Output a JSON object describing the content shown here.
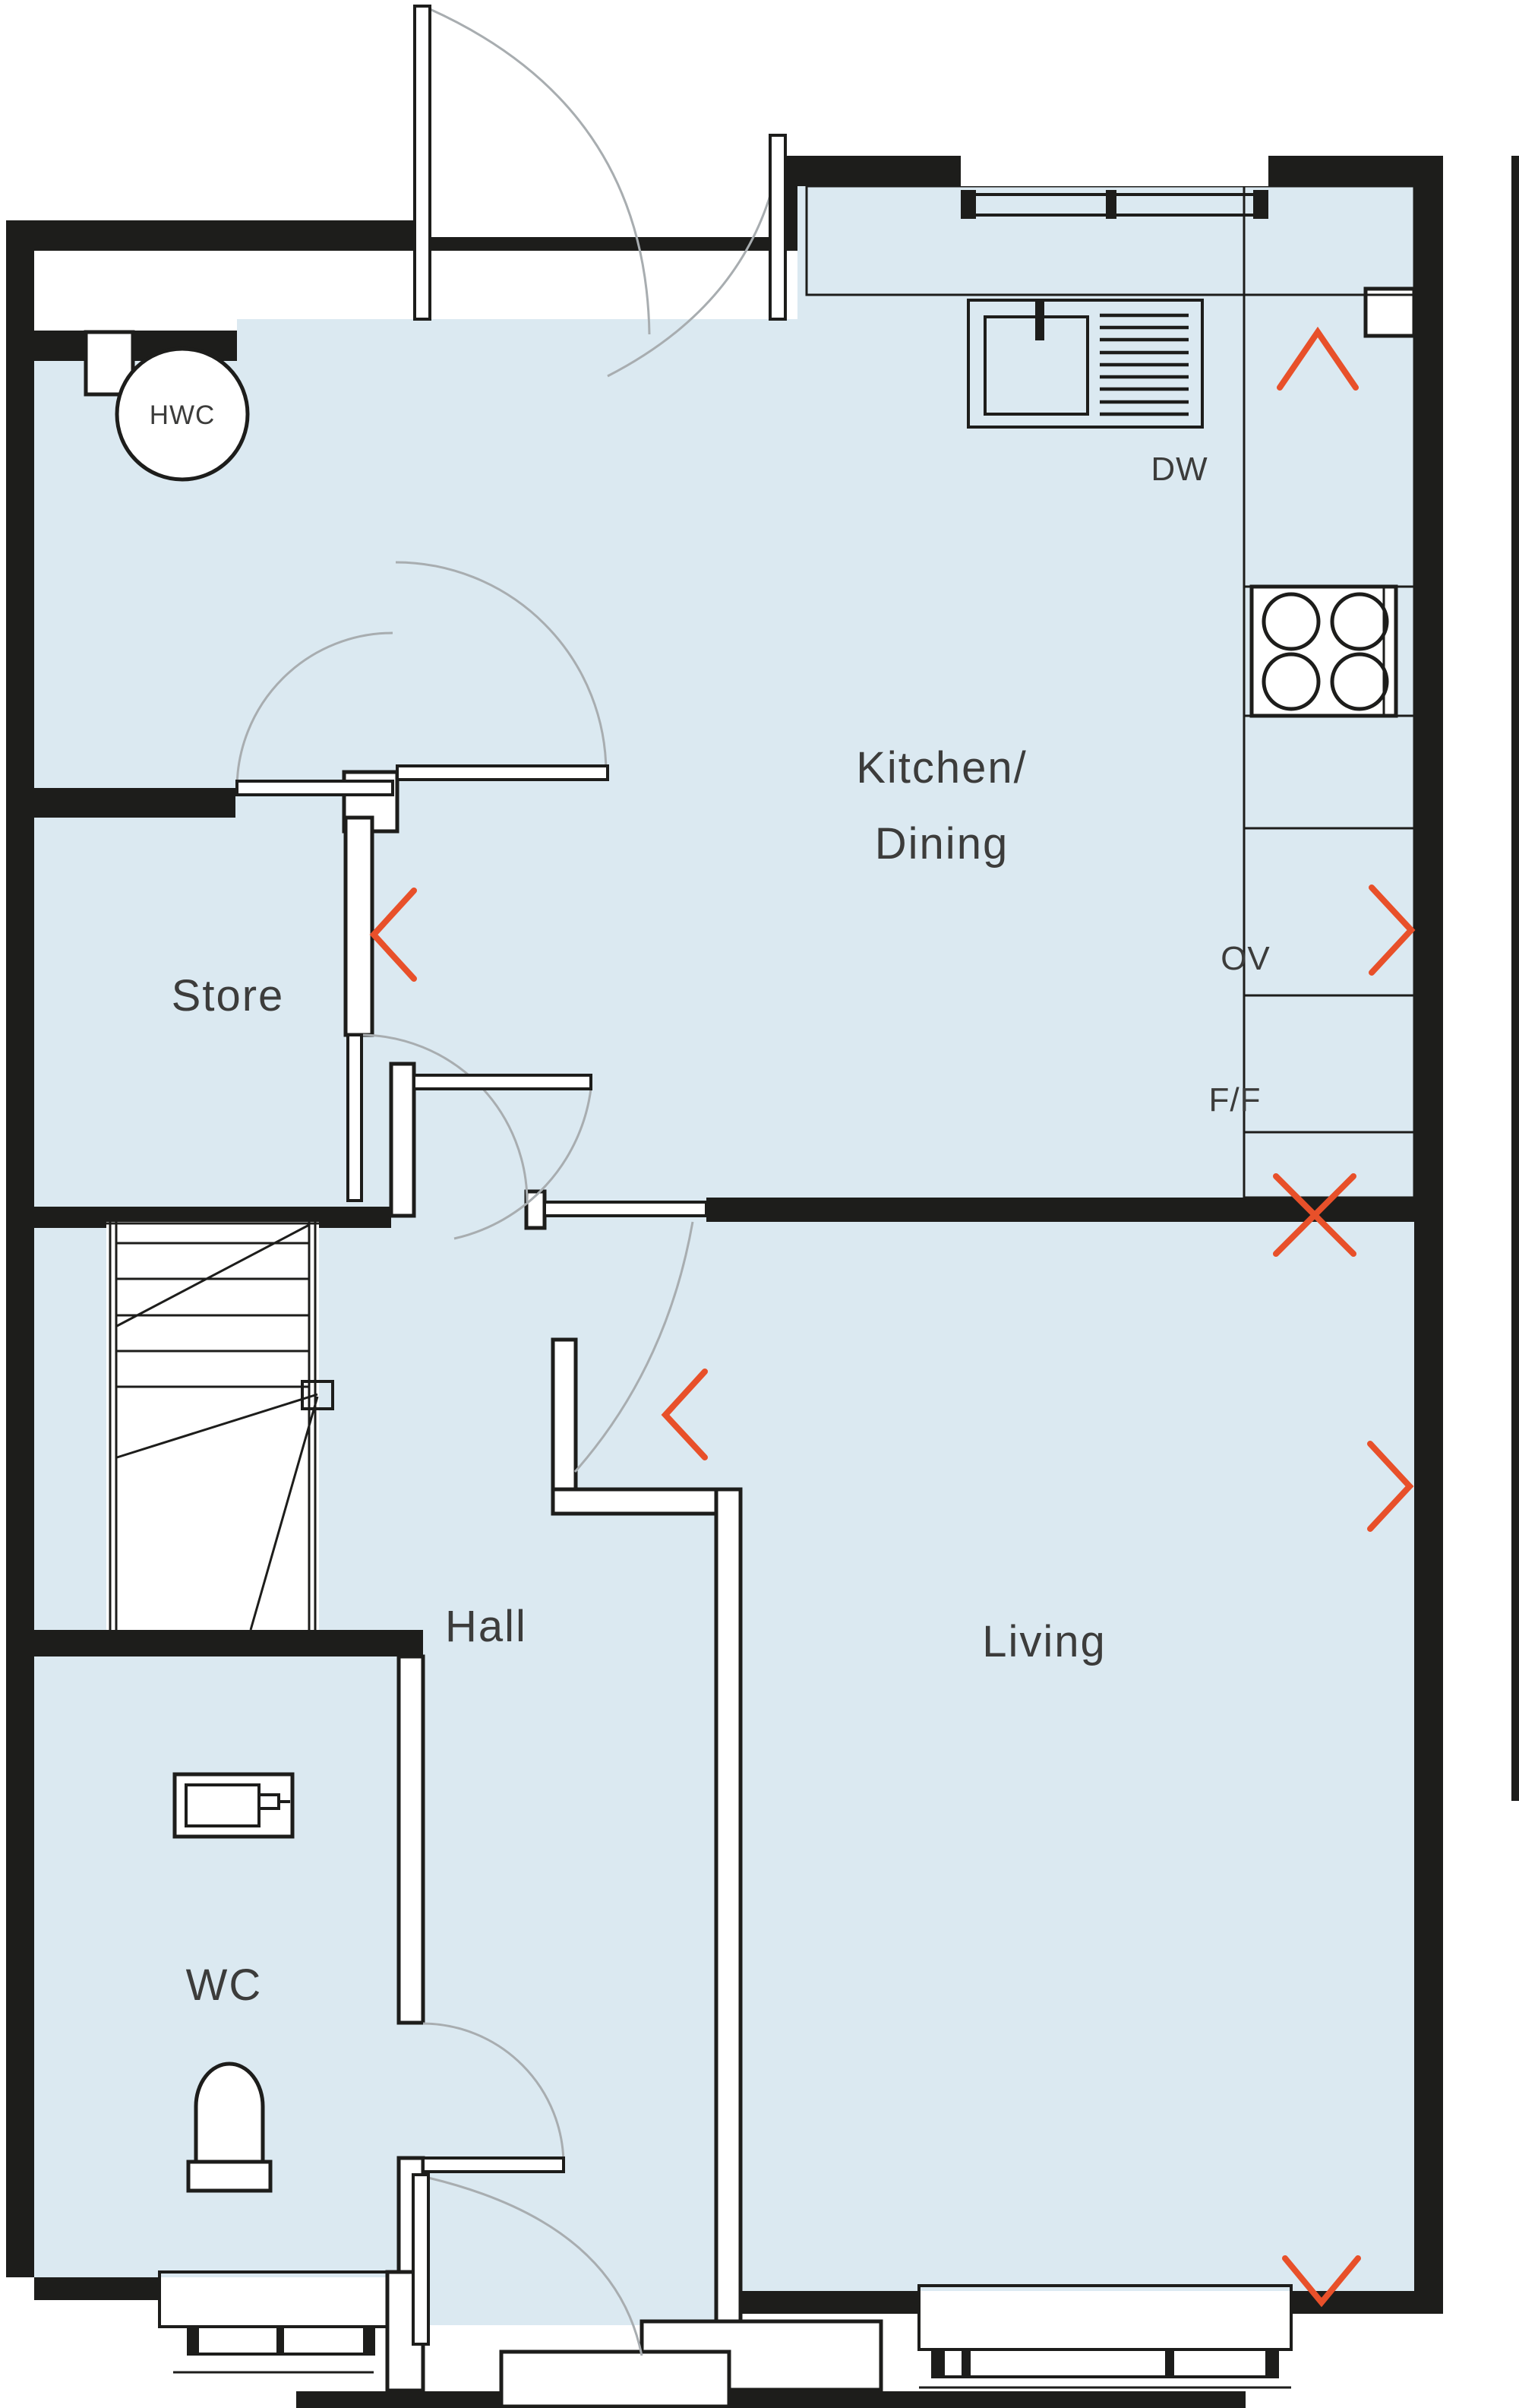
{
  "plan": {
    "type": "ground-floor-plan",
    "theme": {
      "bg": "#ffffff",
      "wall": "#1d1d1b",
      "floor": "#dbe9f1",
      "arc": "#a8adb0",
      "marker": "#e8502a",
      "label": "#3c3c3b"
    },
    "rooms": [
      {
        "id": "kitchen_dining",
        "lines": [
          "Kitchen/",
          "Dining"
        ]
      },
      {
        "id": "store",
        "label": "Store"
      },
      {
        "id": "hall",
        "label": "Hall"
      },
      {
        "id": "living",
        "label": "Living"
      },
      {
        "id": "wc",
        "label": "WC"
      }
    ],
    "fixtures": {
      "hwc": {
        "label": "HWC",
        "meaning": "hot water cylinder"
      }
    },
    "appliances": [
      {
        "id": "dw",
        "label": "DW",
        "meaning": "dishwasher"
      },
      {
        "id": "ov",
        "label": "OV",
        "meaning": "oven"
      },
      {
        "id": "ff",
        "label": "F/F",
        "meaning": "fridge/freezer"
      }
    ],
    "markers": [
      {
        "shape": "chevron-up",
        "location": "kitchen corner worktop"
      },
      {
        "shape": "chevron-left",
        "location": "store doorway"
      },
      {
        "shape": "chevron-left",
        "location": "hall beside living partition"
      },
      {
        "shape": "chevron-right",
        "location": "right wall at oven"
      },
      {
        "shape": "chevron-right",
        "location": "living right wall"
      },
      {
        "shape": "x-cross",
        "location": "kitchen-living divider wall"
      },
      {
        "shape": "chevron-down",
        "location": "living bottom wall by window"
      }
    ]
  }
}
